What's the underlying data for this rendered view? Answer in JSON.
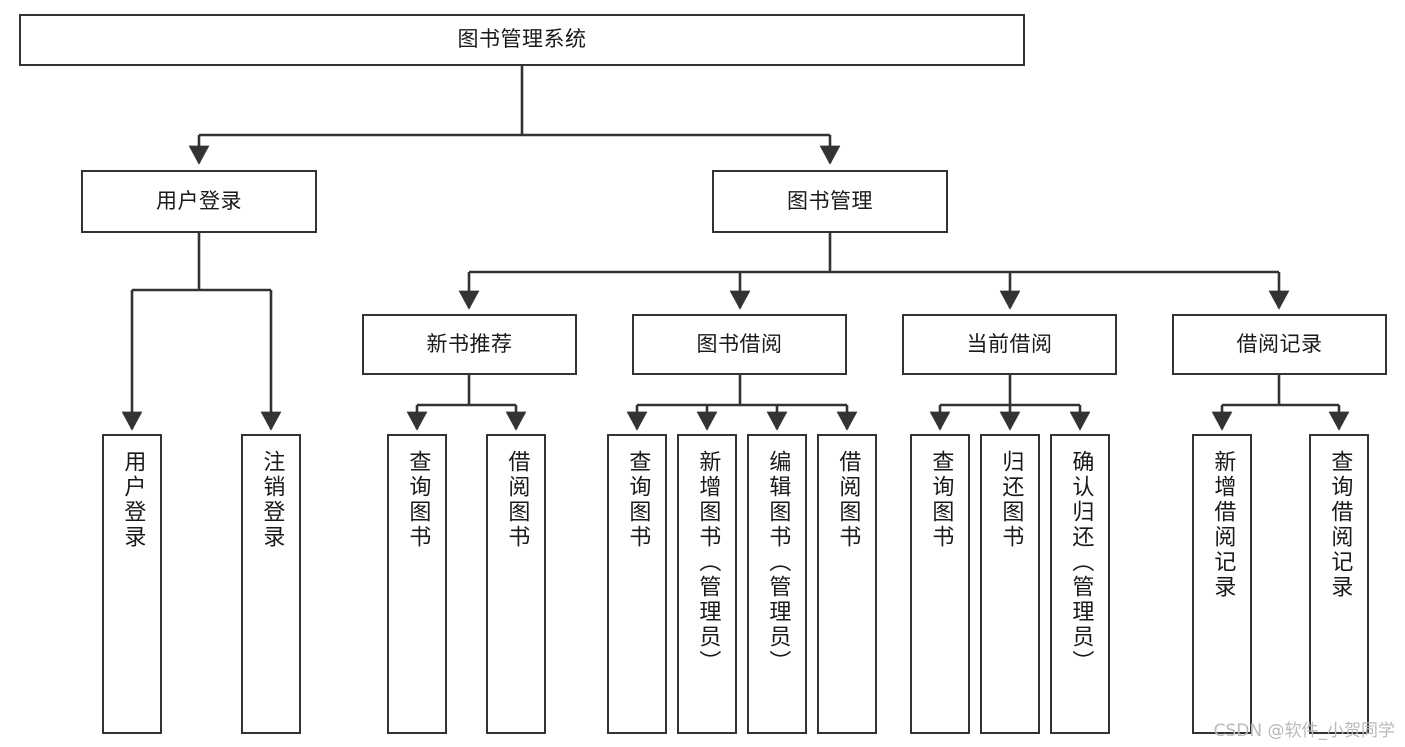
{
  "diagram": {
    "title": "图书管理系统",
    "type": "tree-hierarchy",
    "orientation": "top-down",
    "colors": {
      "node_border": "#333333",
      "node_fill": "#ffffff",
      "edge": "#333333",
      "text": "#1a1a1a",
      "watermark": "#b9b9b9",
      "background": "#ffffff"
    },
    "root": {
      "label": "图书管理系统"
    },
    "level2": [
      {
        "label": "用户登录"
      },
      {
        "label": "图书管理"
      }
    ],
    "level3": [
      {
        "label": "新书推荐"
      },
      {
        "label": "图书借阅"
      },
      {
        "label": "当前借阅"
      },
      {
        "label": "借阅记录"
      }
    ],
    "leaves": {
      "user_login": [
        {
          "label": "用户登录"
        },
        {
          "label": "注销登录"
        }
      ],
      "new_book_recommend": [
        {
          "label": "查询图书"
        },
        {
          "label": "借阅图书"
        }
      ],
      "book_borrow": [
        {
          "label": "查询图书"
        },
        {
          "label": "新增图书（管理员）"
        },
        {
          "label": "编辑图书（管理员）"
        },
        {
          "label": "借阅图书"
        }
      ],
      "current_borrow": [
        {
          "label": "查询图书"
        },
        {
          "label": "归还图书"
        },
        {
          "label": "确认归还（管理员）"
        }
      ],
      "borrow_records": [
        {
          "label": "新增借阅记录"
        },
        {
          "label": "查询借阅记录"
        }
      ]
    }
  },
  "watermark": {
    "text": "CSDN @软件_小贺同学"
  }
}
